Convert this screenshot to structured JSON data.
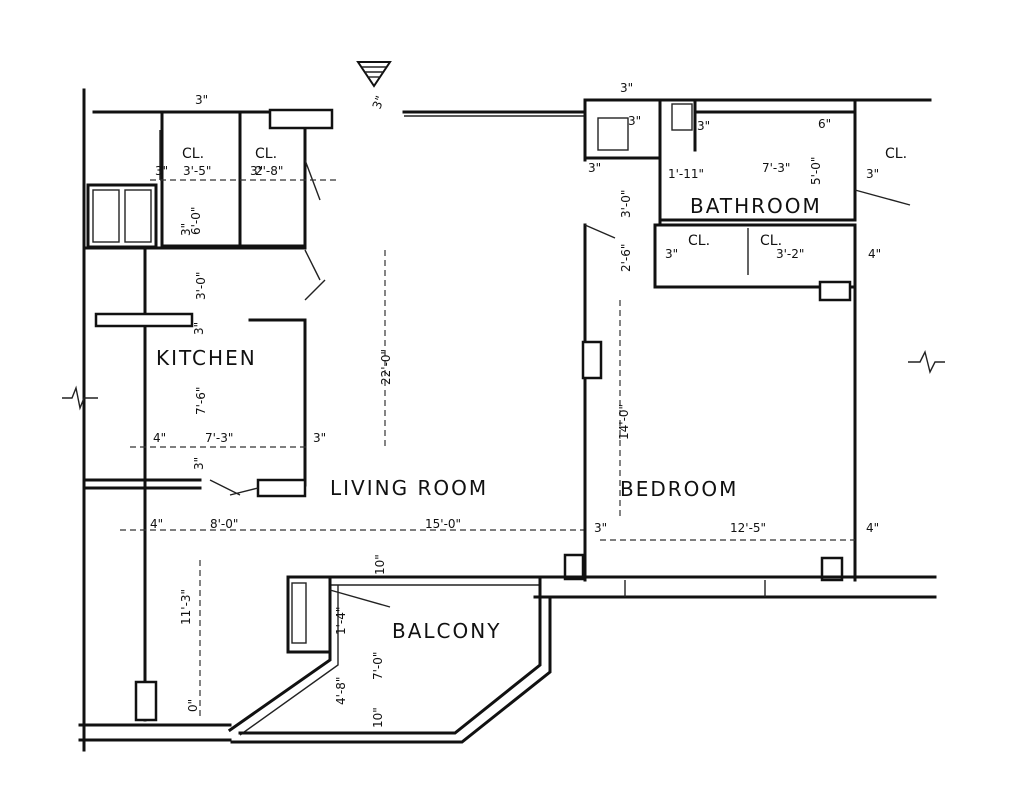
{
  "rooms": {
    "kitchen": "KITCHEN",
    "living_room": "LIVING ROOM",
    "bedroom": "BEDROOM",
    "bathroom": "BATHROOM",
    "balcony": "BALCONY",
    "closet": "CL."
  },
  "dimensions": {
    "top_3a": "3\"",
    "top_3b": "3\"",
    "top_3c": "3\"",
    "cl1_w": "3'-5\"",
    "cl1_d": "6'-0\"",
    "cl1_3a": "3\"",
    "cl1_3b": "3\"",
    "cl2_w": "2'-8\"",
    "cl2_3": "3\"",
    "kit_3_0": "3'-0\"",
    "kit_3": "3\"",
    "kit_depth": "7'-6\"",
    "kit_width": "7'-3\"",
    "kit_4": "4\"",
    "kit_3b": "3\"",
    "living_depth": "22'-0\"",
    "living_3": "3\"",
    "living_4": "4\"",
    "living_8": "8'-0\"",
    "living_15": "15'-0\"",
    "lower_depth": "11'-3\"",
    "lower_0": "0\"",
    "bath_3a": "3\"",
    "bath_3b": "3\"",
    "bath_3c": "3\"",
    "bath_6": "6\"",
    "bath_w": "7'-3\"",
    "bath_d": "5'-0\"",
    "bath_1_11": "1'-11\"",
    "bath_3_0": "3'-0\"",
    "bath_2_6": "2'-6\"",
    "cl_bed_3": "3\"",
    "cl_bed_w": "3'-2\"",
    "cl_right_3": "3\"",
    "bed_4a": "4\"",
    "bed_4b": "4\"",
    "bed_depth": "14'-0\"",
    "bed_3": "3\"",
    "bed_width": "12'-5\"",
    "bal_1": "1'-4\"",
    "bal_7": "7'-0\"",
    "bal_4_8": "4'-8\"",
    "bal_10": "10\"",
    "bal_10b": "10\""
  }
}
